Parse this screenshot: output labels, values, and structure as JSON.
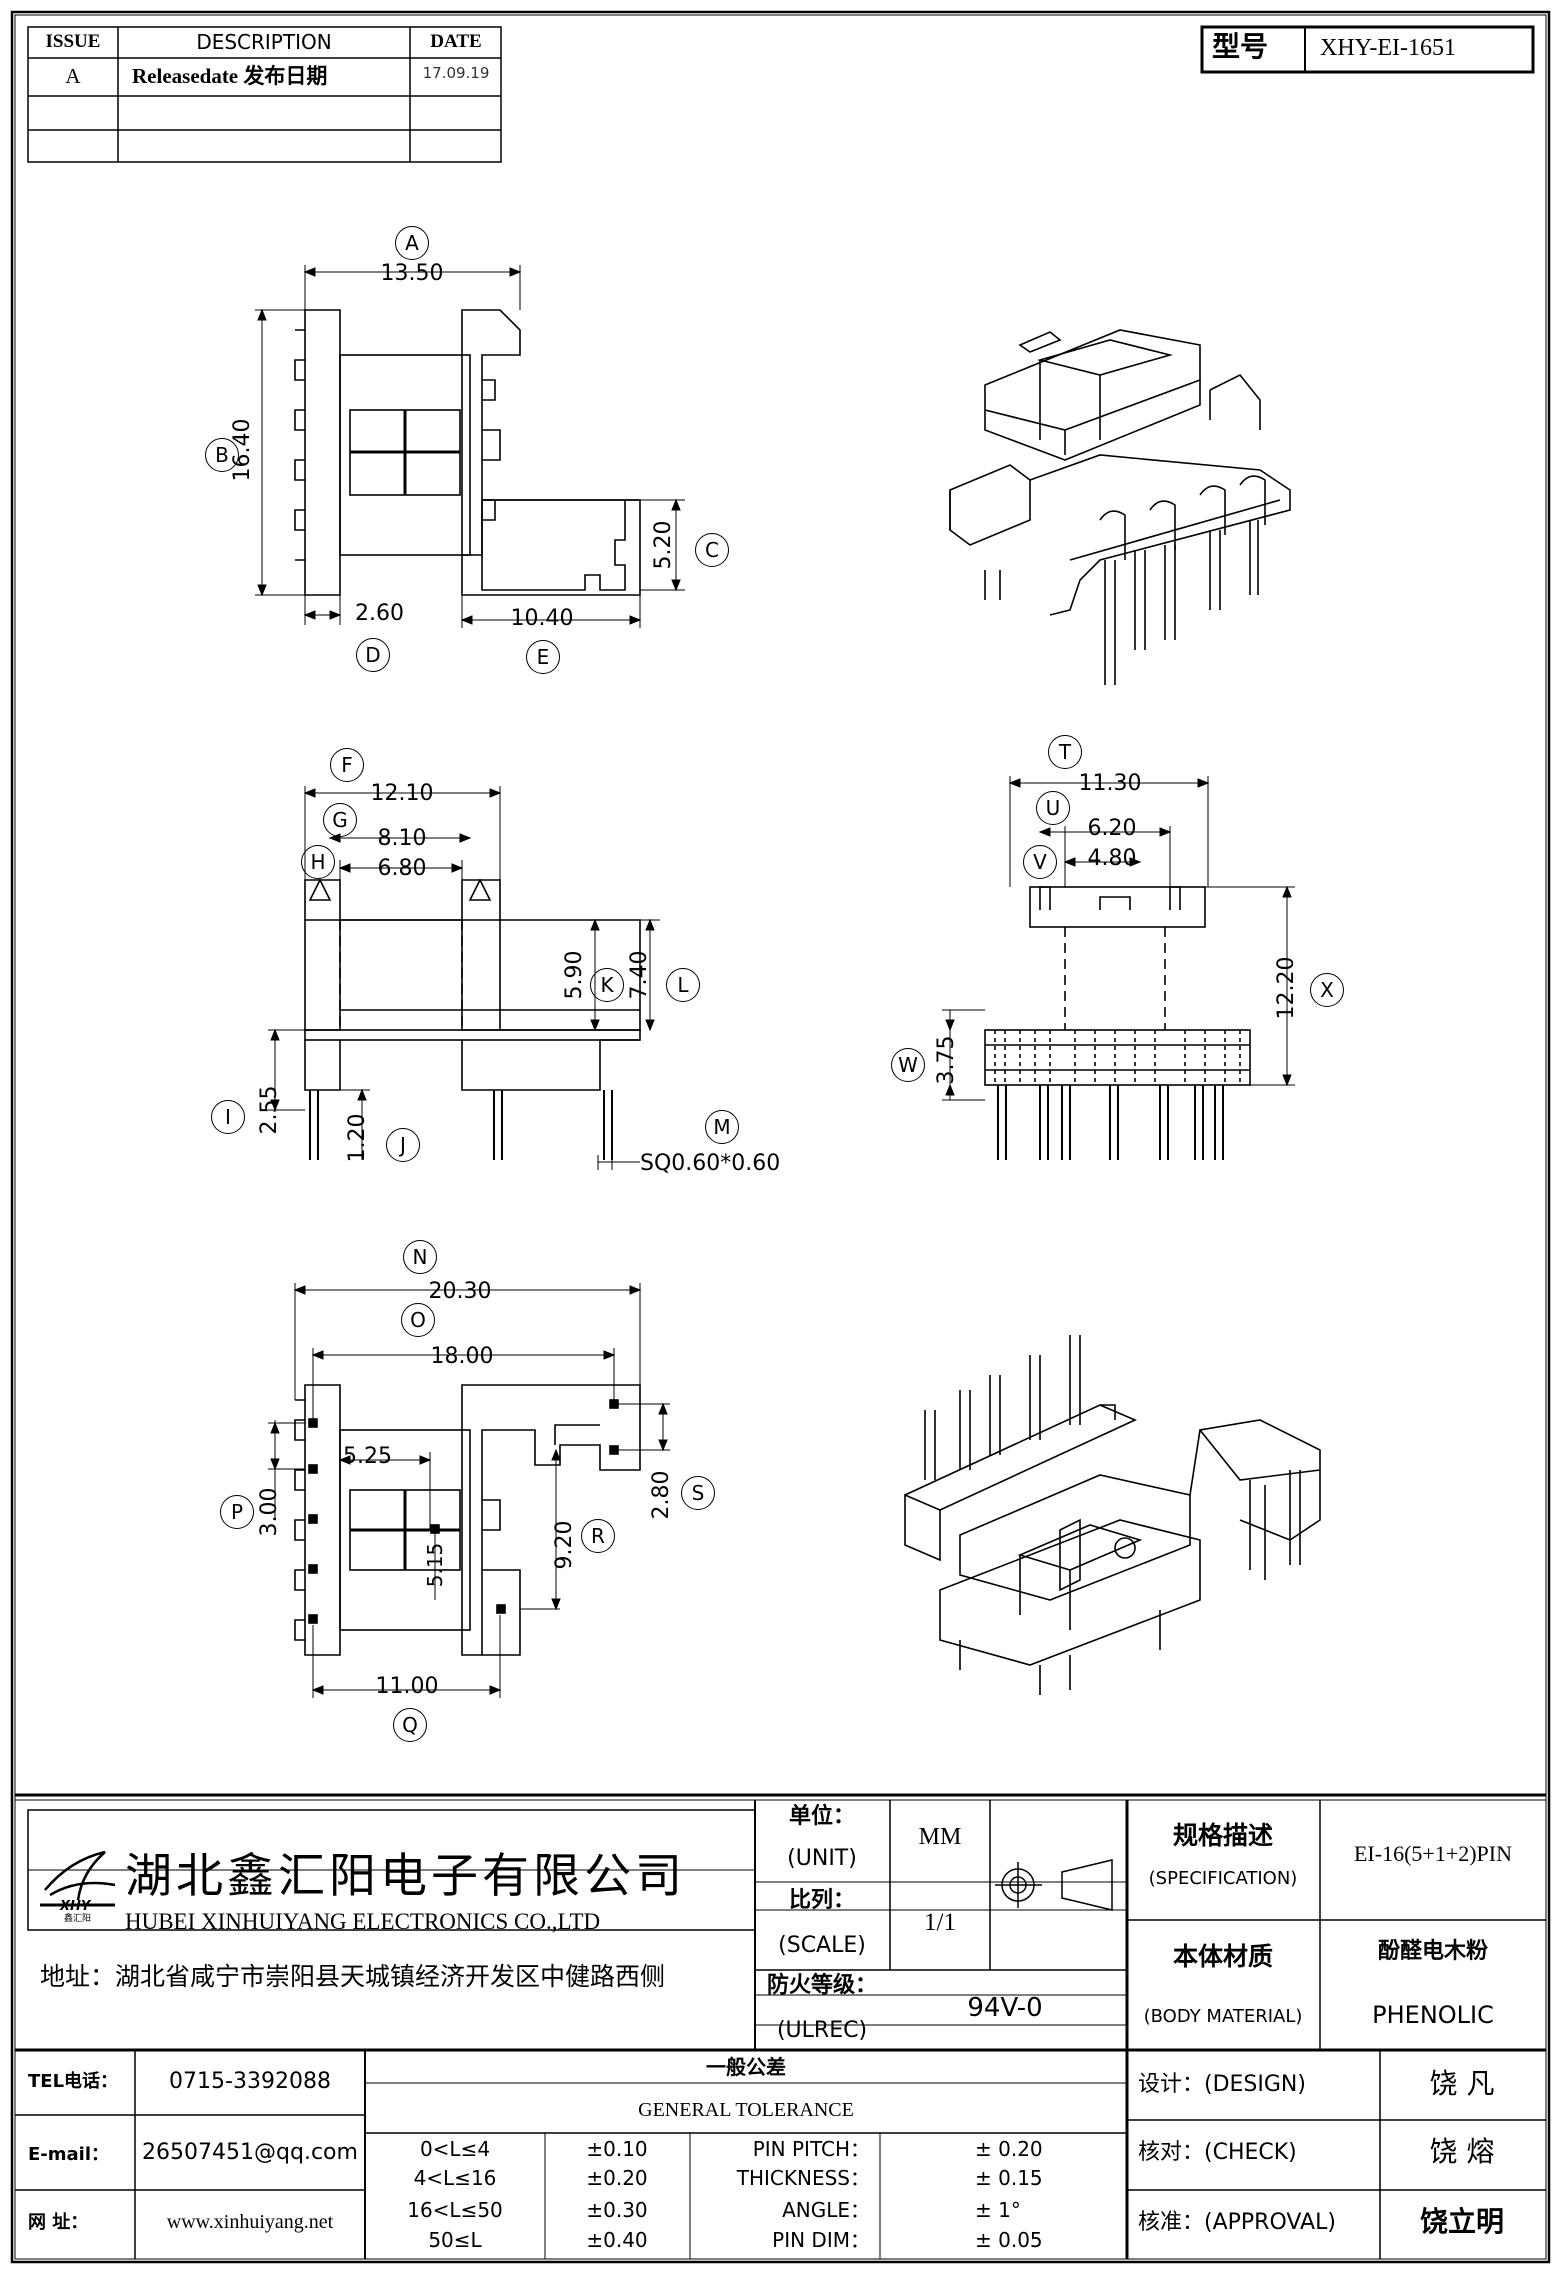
{
  "revision_table": {
    "headers": {
      "issue": "ISSUE",
      "description": "DESCRIPTION",
      "date": "DATE"
    },
    "rows": [
      {
        "issue": "A",
        "description": "Releasedate 发布日期",
        "date": "17.09.19"
      }
    ]
  },
  "model_box": {
    "label": "型号",
    "value": "XHY-EI-1651"
  },
  "dimensions": {
    "A": "13.50",
    "B": "16.40",
    "C": "5.20",
    "D": "2.60",
    "E": "10.40",
    "F": "12.10",
    "G": "8.10",
    "H": "6.80",
    "K": "5.90",
    "L": "7.40",
    "I": "2.55",
    "J": "1.20",
    "M": "SQ0.60*0.60",
    "T": "11.30",
    "U": "6.20",
    "V": "4.80",
    "X": "12.20",
    "W": "3.75",
    "N": "20.30",
    "O": "18.00",
    "P": "3.00",
    "R": "9.20",
    "S": "2.80",
    "Q": "11.00",
    "inner1": "5.25",
    "inner2": "5.15"
  },
  "callouts": [
    "A",
    "B",
    "C",
    "D",
    "E",
    "F",
    "G",
    "H",
    "I",
    "J",
    "K",
    "L",
    "M",
    "N",
    "O",
    "P",
    "Q",
    "R",
    "S",
    "T",
    "U",
    "V",
    "W",
    "X"
  ],
  "title_block": {
    "company_cn": "湖北鑫汇阳电子有限公司",
    "company_en": "HUBEI XINHUIYANG ELECTRONICS CO.,LTD",
    "logo_text": "XHY",
    "logo_sub": "鑫汇阳",
    "address": "地址：湖北省咸宁市崇阳县天城镇经济开发区中健路西侧",
    "unit_label_cn": "单位：",
    "unit_label_en": "(UNIT)",
    "unit_value": "MM",
    "scale_label_cn": "比列：",
    "scale_label_en": "(SCALE)",
    "scale_value": "1/1",
    "ulrec_label_cn": "防火等级：",
    "ulrec_label_en": "(ULREC)",
    "ulrec_value": "94V-0",
    "spec_label_cn": "规格描述",
    "spec_label_en": "(SPECIFICATION)",
    "spec_value": "EI-16(5+1+2)PIN",
    "material_label_cn": "本体材质",
    "material_label_en": "(BODY MATERIAL)",
    "material_cn": "酚醛电木粉",
    "material_en": "PHENOLIC",
    "tel_label": "TEL电话：",
    "tel_value": "0715-3392088",
    "email_label": "E-mail：",
    "email_value": "26507451@qq.com",
    "web_label": "网    址：",
    "web_value": "www.xinhuiyang.net",
    "tolerance_title_cn": "一般公差",
    "tolerance_title_en": "GENERAL TOLERANCE",
    "tolerances": [
      {
        "range": "0<L≤4",
        "tol": "±0.10",
        "item": "PIN PITCH：",
        "val": "±  0.20"
      },
      {
        "range": "4<L≤16",
        "tol": "±0.20",
        "item": "THICKNESS：",
        "val": "±  0.15"
      },
      {
        "range": "16<L≤50",
        "tol": "±0.30",
        "item": "ANGLE：",
        "val": "±  1°"
      },
      {
        "range": "50≤L",
        "tol": "±0.40",
        "item": "PIN DIM：",
        "val": "±  0.05"
      }
    ],
    "design_label": "设计：(DESIGN)",
    "design_name": "饶  凡",
    "check_label": "核对：(CHECK)",
    "check_name": "饶  熔",
    "approval_label": "核准：(APPROVAL)",
    "approval_name": "饶立明"
  }
}
